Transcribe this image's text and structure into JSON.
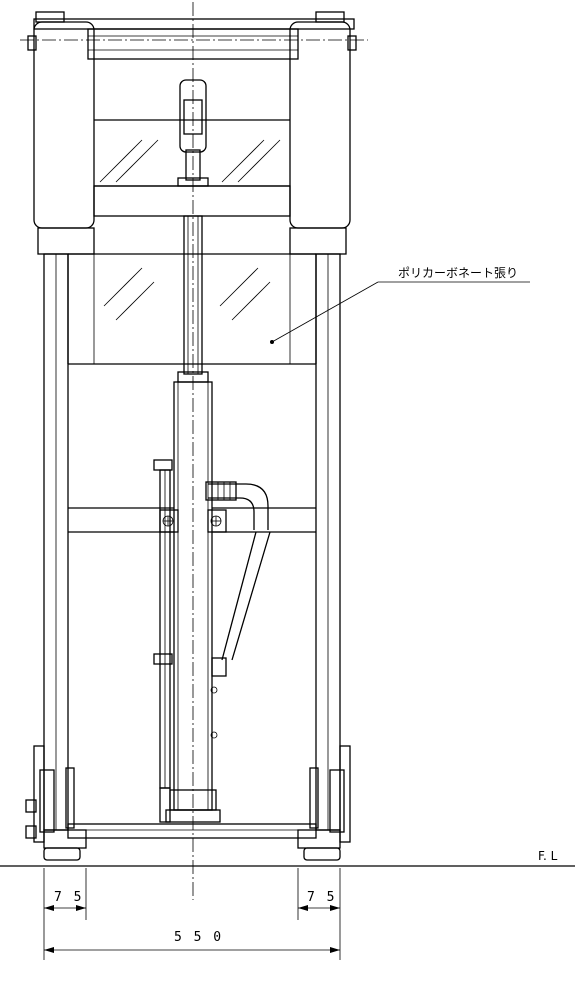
{
  "labels": {
    "polycarbonate": "ポリカーボネート張り",
    "floor_line": "F. L"
  },
  "dimensions": {
    "left_offset": "7 5",
    "right_offset": "7 5",
    "overall_width": "5 5 0"
  }
}
